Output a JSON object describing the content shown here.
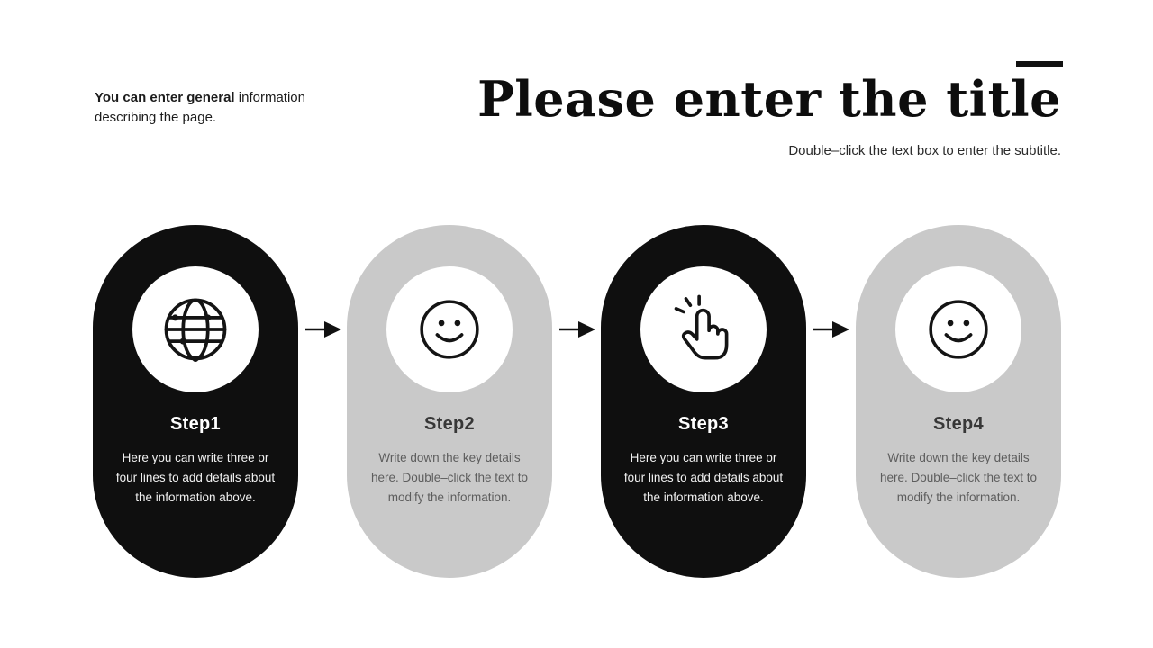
{
  "page": {
    "intro": {
      "bold": "You can enter general",
      "rest": " information describing the page."
    },
    "title": "Please enter the title",
    "subtitle": "Double–click the text box to enter the subtitle."
  },
  "steps": [
    {
      "label": "Step1",
      "icon": "globe-icon",
      "theme": "dark",
      "description": "Here you can write three or four lines to add details about the information above."
    },
    {
      "label": "Step2",
      "icon": "smiley-icon",
      "theme": "light",
      "description": "Write down the key details here. Double–click the text to modify the information."
    },
    {
      "label": "Step3",
      "icon": "tap-icon",
      "theme": "dark",
      "description": "Here you can write three or four lines to add details about the information above."
    },
    {
      "label": "Step4",
      "icon": "smiley-icon",
      "theme": "light",
      "description": "Write down the key details here. Double–click the text to modify the information."
    }
  ],
  "colors": {
    "background": "#ffffff",
    "pill_dark": "#0f0f0f",
    "pill_light": "#c9c9c9",
    "ink": "#111111"
  }
}
